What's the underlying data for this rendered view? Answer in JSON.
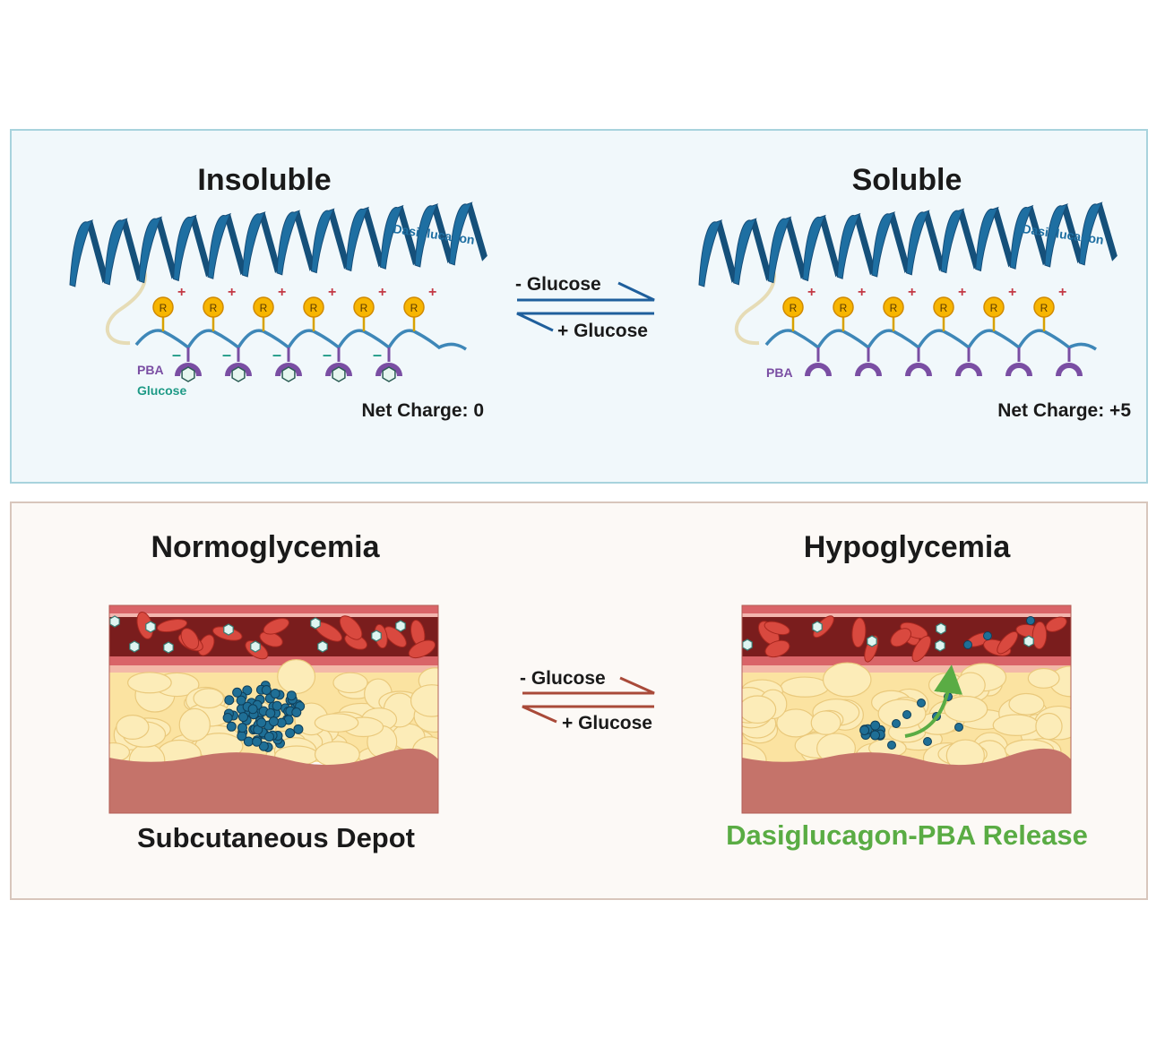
{
  "top_panel": {
    "left": {
      "title": "Insoluble",
      "peptide_label": "Dasiglucagon",
      "r_label": "R",
      "pba_label": "PBA",
      "glucose_label": "Glucose",
      "net_charge": "Net Charge: 0"
    },
    "right": {
      "title": "Soluble",
      "peptide_label": "Dasiglucagon",
      "r_label": "R",
      "pba_label": "PBA",
      "net_charge": "Net Charge: +5"
    },
    "equilibrium": {
      "forward": "- Glucose",
      "reverse": "+ Glucose"
    }
  },
  "bottom_panel": {
    "left": {
      "title": "Normoglycemia",
      "caption": "Subcutaneous Depot"
    },
    "right": {
      "title": "Hypoglycemia",
      "caption": "Dasiglucagon-PBA Release"
    },
    "equilibrium": {
      "forward": "- Glucose",
      "reverse": "+ Glucose"
    }
  },
  "colors": {
    "top_panel_bg": "#f1f8fb",
    "top_panel_border": "#a8d3dd",
    "bottom_panel_bg": "#fcf9f6",
    "bottom_panel_border": "#d8c6bc",
    "helix": "#1e6fa2",
    "backbone": "#3e87b8",
    "pba": "#7a4ea3",
    "glucose": "#1e9a86",
    "r_group": "#f7b500",
    "plus": "#c43a45",
    "arrow_top": "#1f5f9c",
    "arrow_bottom": "#a94a39",
    "release_text": "#5aac44"
  }
}
